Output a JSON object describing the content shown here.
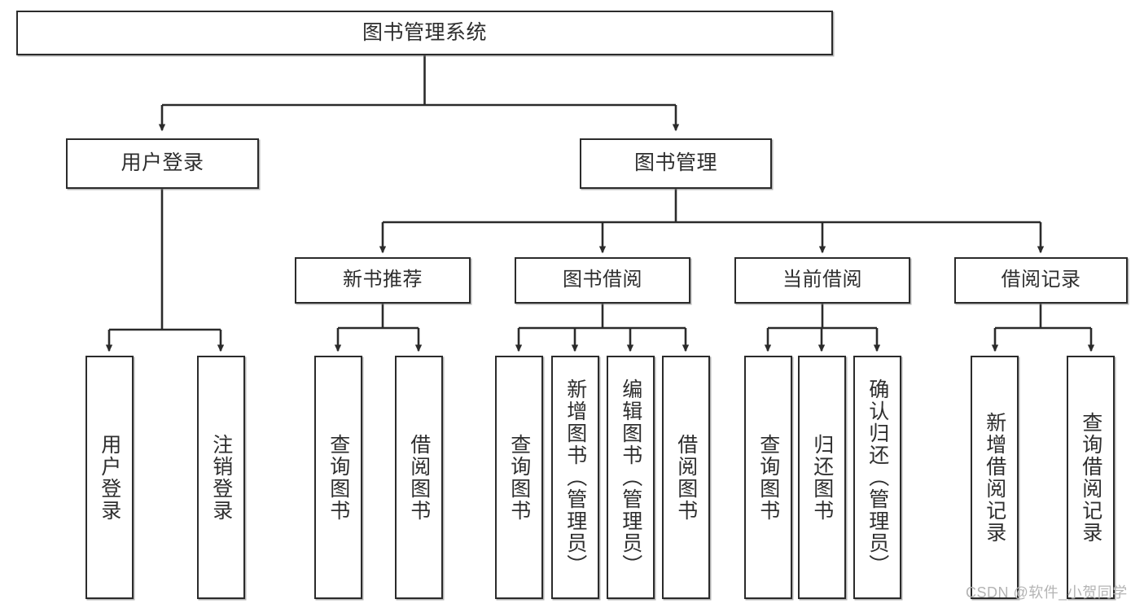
{
  "diagram": {
    "type": "hierarchy-tree",
    "root": {
      "label": "图书管理系统"
    },
    "level2": [
      {
        "label": "用户登录"
      },
      {
        "label": "图书管理"
      }
    ],
    "level3": [
      {
        "label": "新书推荐"
      },
      {
        "label": "图书借阅"
      },
      {
        "label": "当前借阅"
      },
      {
        "label": "借阅记录"
      }
    ],
    "leaves": {
      "user_login": [
        {
          "label": "用户登录"
        },
        {
          "label": "注销登录"
        }
      ],
      "new_book_recommend": [
        {
          "label": "查询图书"
        },
        {
          "label": "借阅图书"
        }
      ],
      "book_borrow": [
        {
          "label": "查询图书"
        },
        {
          "label": "新增图书（管理员）"
        },
        {
          "label": "编辑图书（管理员）"
        },
        {
          "label": "借阅图书"
        }
      ],
      "current_borrow": [
        {
          "label": "查询图书"
        },
        {
          "label": "归还图书"
        },
        {
          "label": "确认归还（管理员）"
        }
      ],
      "borrow_record": [
        {
          "label": "新增借阅记录"
        },
        {
          "label": "查询借阅记录"
        }
      ]
    }
  },
  "watermark": {
    "text": "CSDN @软件_小贺同学"
  },
  "colors": {
    "border": "#2b2b2b",
    "text": "#2e2e2e",
    "background": "#ffffff",
    "connector": "#2b2b2b",
    "watermark": "#b4b4b4"
  }
}
